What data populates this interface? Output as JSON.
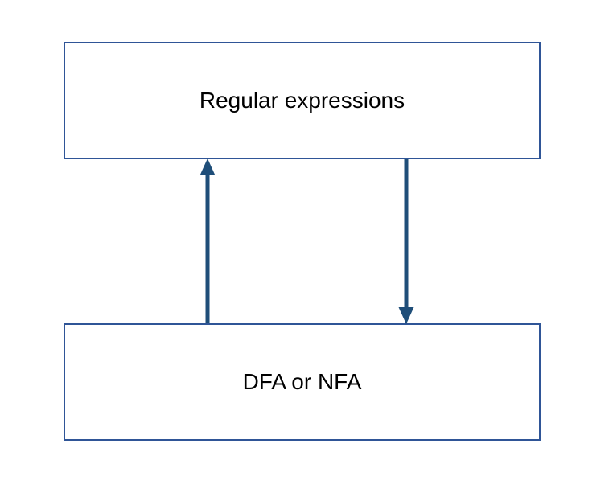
{
  "diagram": {
    "type": "flowchart",
    "background": "#FFFFFF",
    "nodes": [
      {
        "id": "regular-expressions",
        "label": "Regular expressions",
        "shape": "rectangle"
      },
      {
        "id": "dfa-or-nfa",
        "label": "DFA or NFA",
        "shape": "rectangle"
      }
    ],
    "edges": [
      {
        "from": "dfa-or-nfa",
        "to": "regular-expressions",
        "direction": "up",
        "style": "solid-arrow"
      },
      {
        "from": "regular-expressions",
        "to": "dfa-or-nfa",
        "direction": "down",
        "style": "solid-arrow"
      }
    ],
    "colors": {
      "box_border": "#2F5597",
      "box_fill": "#FFFFFF",
      "arrow": "#1F4E79",
      "text": "#000000"
    }
  }
}
